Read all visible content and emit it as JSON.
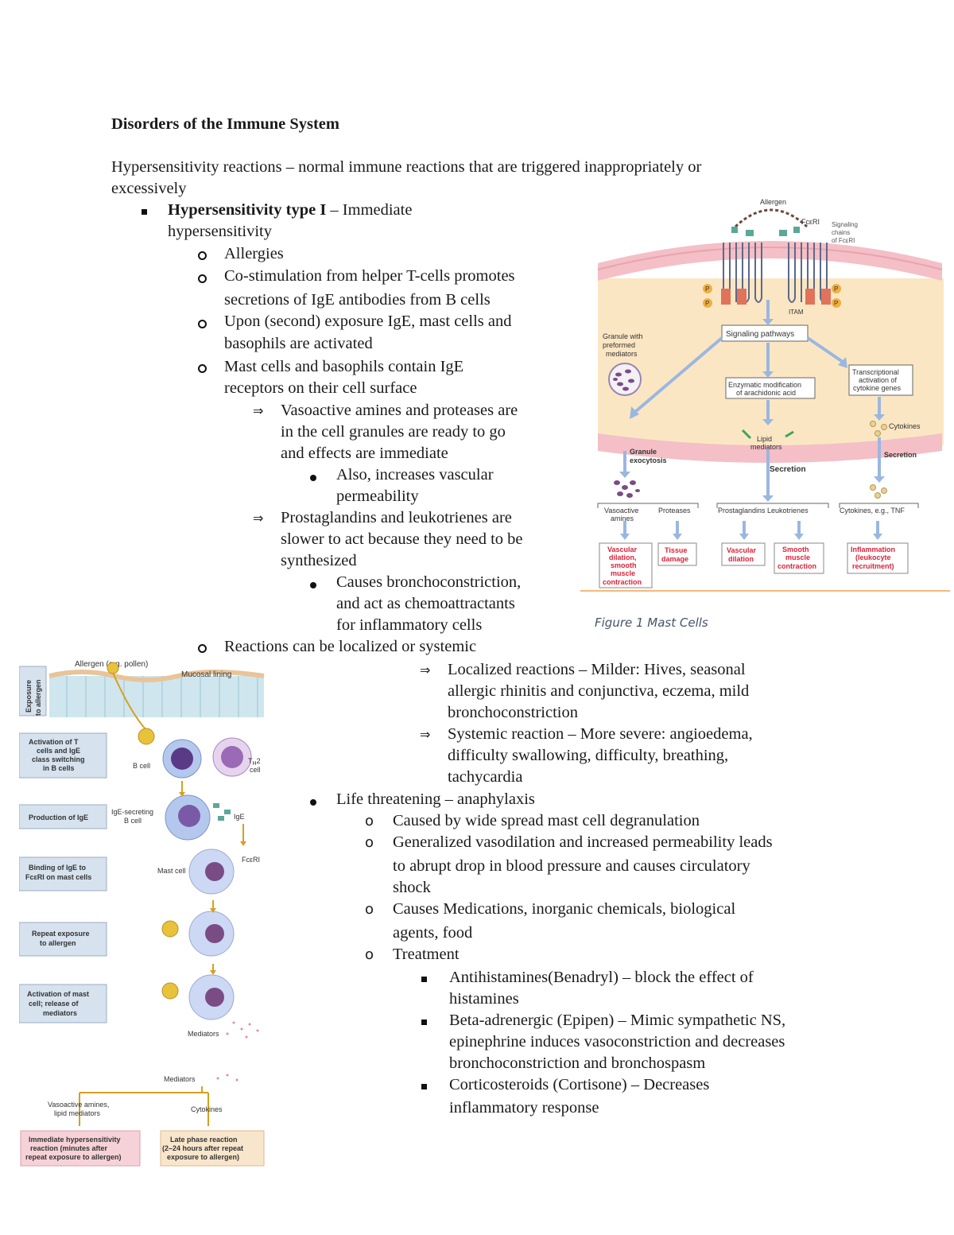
{
  "document": {
    "title": "Disorders of the Immune System",
    "intro": [
      "Hypersensitivity reactions – normal immune reactions that are triggered inappropriately or",
      "excessively"
    ],
    "type1": {
      "heading_bold": "Hypersensitivity type I",
      "heading_rest": " – Immediate",
      "heading_cont": "hypersensitivity"
    },
    "l1": [
      "Allergies"
    ],
    "l2": [
      "Co-stimulation from helper T-cells promotes",
      "secretions of IgE antibodies from B cells"
    ],
    "l3": [
      "Upon (second) exposure IgE, mast cells and",
      "basophils are activated"
    ],
    "l4": [
      "Mast cells and basophils contain IgE",
      "receptors on their cell surface"
    ],
    "l5": [
      "Vasoactive amines and proteases are",
      "in the cell granules are ready to go",
      "and effects are immediate"
    ],
    "l6": [
      "Also, increases vascular",
      "permeability"
    ],
    "l7": [
      "Prostaglandins and leukotrienes are",
      "slower to act because they need to be",
      "synthesized"
    ],
    "l8": [
      "Causes bronchoconstriction,",
      "and act as chemoattractants",
      "for inflammatory cells"
    ],
    "l9": [
      "Reactions can be localized or systemic"
    ],
    "l10": [
      "Localized reactions – Milder: Hives, seasonal",
      "allergic rhinitis and conjunctiva, eczema, mild",
      "bronchoconstriction"
    ],
    "l11": [
      "Systemic reaction – More severe: angioedema,",
      "difficulty swallowing, difficulty, breathing,",
      "tachycardia"
    ],
    "l12": [
      "Life threatening – anaphylaxis"
    ],
    "l13": [
      "Caused by wide spread mast cell degranulation"
    ],
    "l14": [
      "Generalized vasodilation and increased permeability leads",
      "to abrupt drop in blood pressure and causes circulatory",
      "shock"
    ],
    "l15": [
      "Causes Medications, inorganic chemicals, biological",
      "agents, food"
    ],
    "l16": [
      "Treatment"
    ],
    "l17": [
      "Antihistamines(Benadryl)  – block the effect of",
      "histamines"
    ],
    "l18": [
      "Beta-adrenergic (Epipen) – Mimic sympathetic NS,",
      "epinephrine induces vasoconstriction and decreases",
      "bronchoconstriction and bronchospasm"
    ],
    "l19": [
      "Corticosteroids (Cortisone) – Decreases",
      "inflammatory response"
    ]
  },
  "figure_mast": {
    "caption": "Figure 1 Mast Cells",
    "allergen": "Allergen",
    "fceri": "FcεRI",
    "signaling_chains": [
      "Signaling",
      "chains",
      "of FcεRI"
    ],
    "itam": "ITAM",
    "p": "P",
    "granule": [
      "Granule with",
      "preformed",
      "mediators"
    ],
    "signaling_pathways": "Signaling pathways",
    "enzymatic": [
      "Enzymatic modification",
      "of arachidonic acid"
    ],
    "transcriptional": [
      "Transcriptional",
      "activation of",
      "cytokine genes"
    ],
    "cytokines": "Cytokines",
    "lipid_mediators": [
      "Lipid",
      "mediators"
    ],
    "granule_exocytosis": [
      "Granule",
      "exocytosis"
    ],
    "secretion_mid": "Secretion",
    "secretion_right": "Secretion",
    "vasoactive_amines": [
      "Vasoactive",
      "amines"
    ],
    "proteases": "Proteases",
    "prostaglandins_leukotrienes": "Prostaglandins  Leukotrienes",
    "cytokines_tnf": "Cytokines, e.g., TNF",
    "outcome_vascular": [
      "Vascular",
      "dilation,",
      "smooth",
      "muscle",
      "contraction"
    ],
    "outcome_tissue": [
      "Tissue",
      "damage"
    ],
    "outcome_vdil": [
      "Vascular",
      "dilation"
    ],
    "outcome_smooth": [
      "Smooth",
      "muscle",
      "contraction"
    ],
    "outcome_inflam": [
      "Inflammation",
      "(leukocyte",
      "recruitment)"
    ]
  },
  "figure_steps": {
    "exposure": [
      "Exposure",
      "to allergen"
    ],
    "allergen": "Allergen (e.g. pollen)",
    "mucosal": "Mucosal lining",
    "steps": [
      [
        "Activation of T",
        "cells and IgE",
        "class switching",
        "in B cells"
      ],
      [
        "Production of IgE"
      ],
      [
        "Binding of IgE to",
        "FcεRI on mast cells"
      ],
      [
        "Repeat exposure",
        "to allergen"
      ],
      [
        "Activation of mast",
        "cell; release of",
        "mediators"
      ]
    ],
    "th2_sub": "H",
    "b_cell": "B cell",
    "th2_cell": [
      "T",
      "cell"
    ],
    "ige_secreting": [
      "IgE-secreting",
      "B cell"
    ],
    "ige": "IgE",
    "mast_cell": "Mast cell",
    "fceri": "FcεRI",
    "mediators": "Mediators",
    "mediators2": "Mediators",
    "vasoactive": [
      "Vasoactive amines,",
      "lipid mediators"
    ],
    "cytokines": "Cytokines",
    "immediate": [
      "Immediate hypersensitivity",
      "reaction (minutes after",
      "repeat exposure to allergen)"
    ],
    "late": [
      "Late phase reaction",
      "(2–24 hours after repeat",
      "exposure to allergen)"
    ]
  },
  "colors": {
    "membrane_pink": "#f4bfc6",
    "cytoplasm": "#fbe6c4",
    "arrow_blue": "#9ab7e0",
    "red_text": "#d8233a",
    "caption": "#44546a",
    "rule_orange": "#f0a050"
  }
}
